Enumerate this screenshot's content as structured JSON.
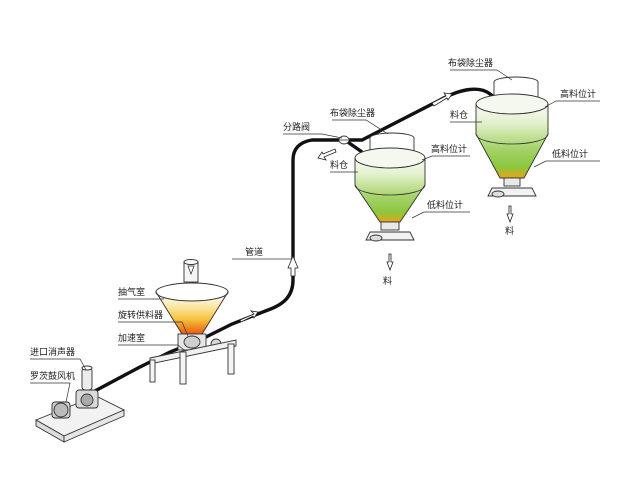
{
  "labels": {
    "top_dust_collector": "布袋除尘器",
    "mid_dust_collector": "布袋除尘器",
    "diverter_valve": "分路阀",
    "pipeline": "管道",
    "silo_right": "料仓",
    "silo_left": "料仓",
    "high_level_right": "高料位计",
    "high_level_left": "高料位计",
    "low_level_right": "低料位计",
    "low_level_left": "低料位计",
    "material_right": "料",
    "material_left": "料",
    "extraction_chamber": "抽气室",
    "rotary_feeder": "旋转供料器",
    "acceleration_chamber": "加速室",
    "inlet_silencer": "进口消声器",
    "roots_blower": "罗茨鼓风机"
  },
  "colors": {
    "pipe": "#111111",
    "silo_top": "#f7fbf2",
    "silo_mid": "#a6d36a",
    "silo_bottom": "#e7a418",
    "hopper_top": "#ffffff",
    "hopper_mid": "#f6c23c",
    "hopper_bottom": "#e85a10",
    "arrow_fill": "#ffffff"
  }
}
